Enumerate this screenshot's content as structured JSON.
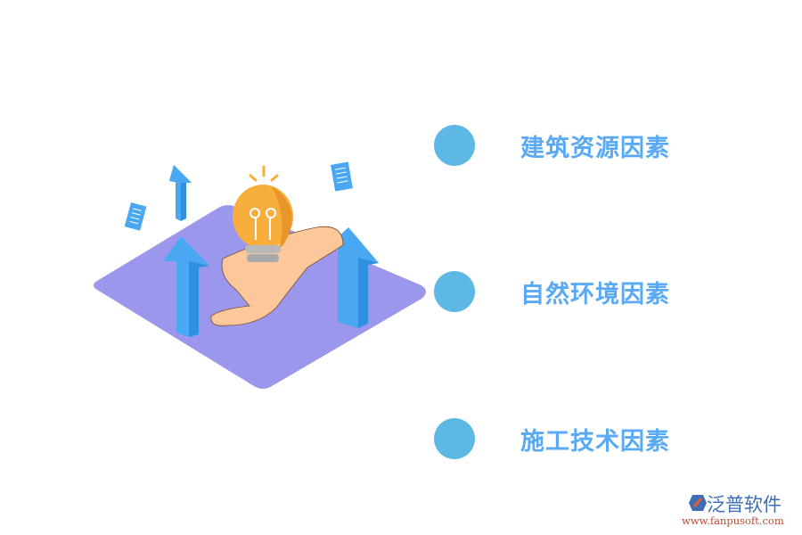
{
  "illustration": {
    "description": "isometric purple platform with a hand holding a light bulb, blue up arrows and floating documents",
    "colors": {
      "platform": "#9b97ec",
      "arrow": "#4aa8f2",
      "arrow_side": "#2f8fe0",
      "bulb": "#f7ae3c",
      "bulb_shade": "#e8962a",
      "bulb_base": "#b9b9b9",
      "hand": "#fcc79a"
    }
  },
  "factors": [
    {
      "label": "建筑资源因素",
      "dot_color": "#5db8e6"
    },
    {
      "label": "自然环境因素",
      "dot_color": "#5db8e6"
    },
    {
      "label": "施工技术因素",
      "dot_color": "#5db8e6"
    }
  ],
  "logo": {
    "brand": "泛普软件",
    "url": "www.fanpusoft.com"
  }
}
